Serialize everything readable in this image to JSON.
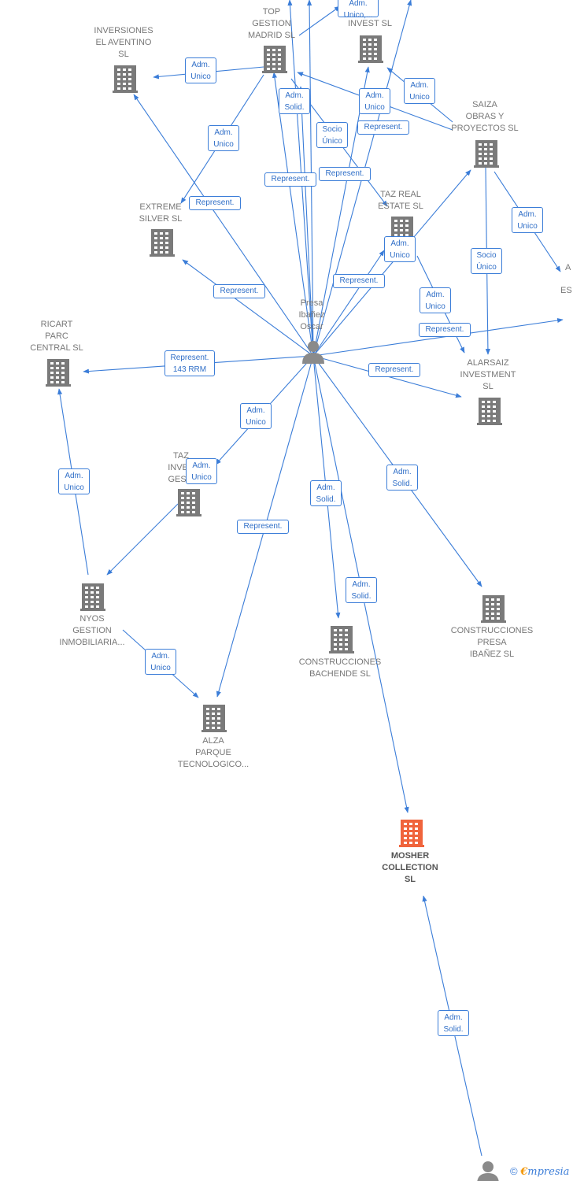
{
  "colors": {
    "edge": "#3b7dd8",
    "building": "#7a7a7a",
    "focus_building": "#f0643c",
    "person": "#8a8a8a"
  },
  "people": [
    {
      "id": "presa",
      "name": "Presa\nIbañez\nOscar",
      "icon": "person-icon"
    },
    {
      "id": "person2",
      "name": "",
      "icon": "person-icon"
    }
  ],
  "companies": [
    {
      "id": "top",
      "name": "TOP\nGESTION\nMADRID  SL",
      "icon": "building-icon"
    },
    {
      "id": "invest",
      "name": "AN\nINVEST  SL",
      "icon": "building-icon"
    },
    {
      "id": "aventino",
      "name": "INVERSIONES\nEL AVENTINO\nSL",
      "icon": "building-icon"
    },
    {
      "id": "saiza",
      "name": "SAIZA\nOBRAS Y\nPROYECTOS  SL",
      "icon": "building-icon"
    },
    {
      "id": "taz_real",
      "name": "TAZ REAL\nESTATE  SL",
      "icon": "building-icon"
    },
    {
      "id": "extreme",
      "name": "EXTREME\nSILVER  SL",
      "icon": "building-icon"
    },
    {
      "id": "edge_a",
      "name": "A",
      "icon": "building-icon"
    },
    {
      "id": "edge_es",
      "name": "ES",
      "icon": "building-icon"
    },
    {
      "id": "ricart",
      "name": "RICART\nPARC\nCENTRAL SL",
      "icon": "building-icon"
    },
    {
      "id": "alarsaiz",
      "name": "ALARSAIZ\nINVESTMENT\nSL",
      "icon": "building-icon"
    },
    {
      "id": "taz_inver",
      "name": "TAZ\nINVER\nGESTI",
      "icon": "building-icon"
    },
    {
      "id": "nyos",
      "name": "NYOS\nGESTION\nINMOBILIARIA...",
      "icon": "building-icon"
    },
    {
      "id": "const_presa",
      "name": "CONSTRUCCIONES\nPRESA\nIBAÑEZ SL",
      "icon": "building-icon"
    },
    {
      "id": "bachende",
      "name": "CONSTRUCCIONES\nBACHENDE SL",
      "icon": "building-icon"
    },
    {
      "id": "alza",
      "name": "ALZA\nPARQUE\nTECNOLOGICO...",
      "icon": "building-icon"
    },
    {
      "id": "mosher",
      "name": "MOSHER\nCOLLECTION\nSL",
      "icon": "building-icon",
      "focus": true
    }
  ],
  "relations": [
    {
      "id": "r1",
      "label": "Adm.\nUnico,..."
    },
    {
      "id": "r2",
      "label": "Adm.\nUnico"
    },
    {
      "id": "r3",
      "label": "Adm.\nUnico"
    },
    {
      "id": "r4",
      "label": "Adm.\nSolid."
    },
    {
      "id": "r5",
      "label": "Adm.\nUnico"
    },
    {
      "id": "r6",
      "label": "Represent."
    },
    {
      "id": "r7",
      "label": "Adm.\nUnico"
    },
    {
      "id": "r8",
      "label": "Socio\nÚnico"
    },
    {
      "id": "r9",
      "label": "Represent."
    },
    {
      "id": "r10",
      "label": "Represent."
    },
    {
      "id": "r11",
      "label": "Represent."
    },
    {
      "id": "r12",
      "label": "Adm.\nUnico"
    },
    {
      "id": "r13",
      "label": "Adm.\nUnico"
    },
    {
      "id": "r14",
      "label": "Socio\nÚnico"
    },
    {
      "id": "r15",
      "label": "Represent."
    },
    {
      "id": "r16",
      "label": "Represent."
    },
    {
      "id": "r17",
      "label": "Adm.\nUnico"
    },
    {
      "id": "r18",
      "label": "Represent."
    },
    {
      "id": "r19",
      "label": "Represent.\n143 RRM"
    },
    {
      "id": "r20",
      "label": "Represent."
    },
    {
      "id": "r21",
      "label": "Adm.\nUnico"
    },
    {
      "id": "r22",
      "label": "Adm.\nUnico"
    },
    {
      "id": "r23",
      "label": "Adm.\nUnico"
    },
    {
      "id": "r24",
      "label": "Adm.\nSolid."
    },
    {
      "id": "r25",
      "label": "Adm.\nSolid."
    },
    {
      "id": "r26",
      "label": "Represent."
    },
    {
      "id": "r27",
      "label": "Adm.\nSolid."
    },
    {
      "id": "r28",
      "label": "Adm.\nUnico"
    },
    {
      "id": "r29",
      "label": "Adm.\nSolid."
    }
  ],
  "footer": {
    "copyright_symbol": "©",
    "brand_first": "€",
    "brand_rest": "mpresia"
  }
}
